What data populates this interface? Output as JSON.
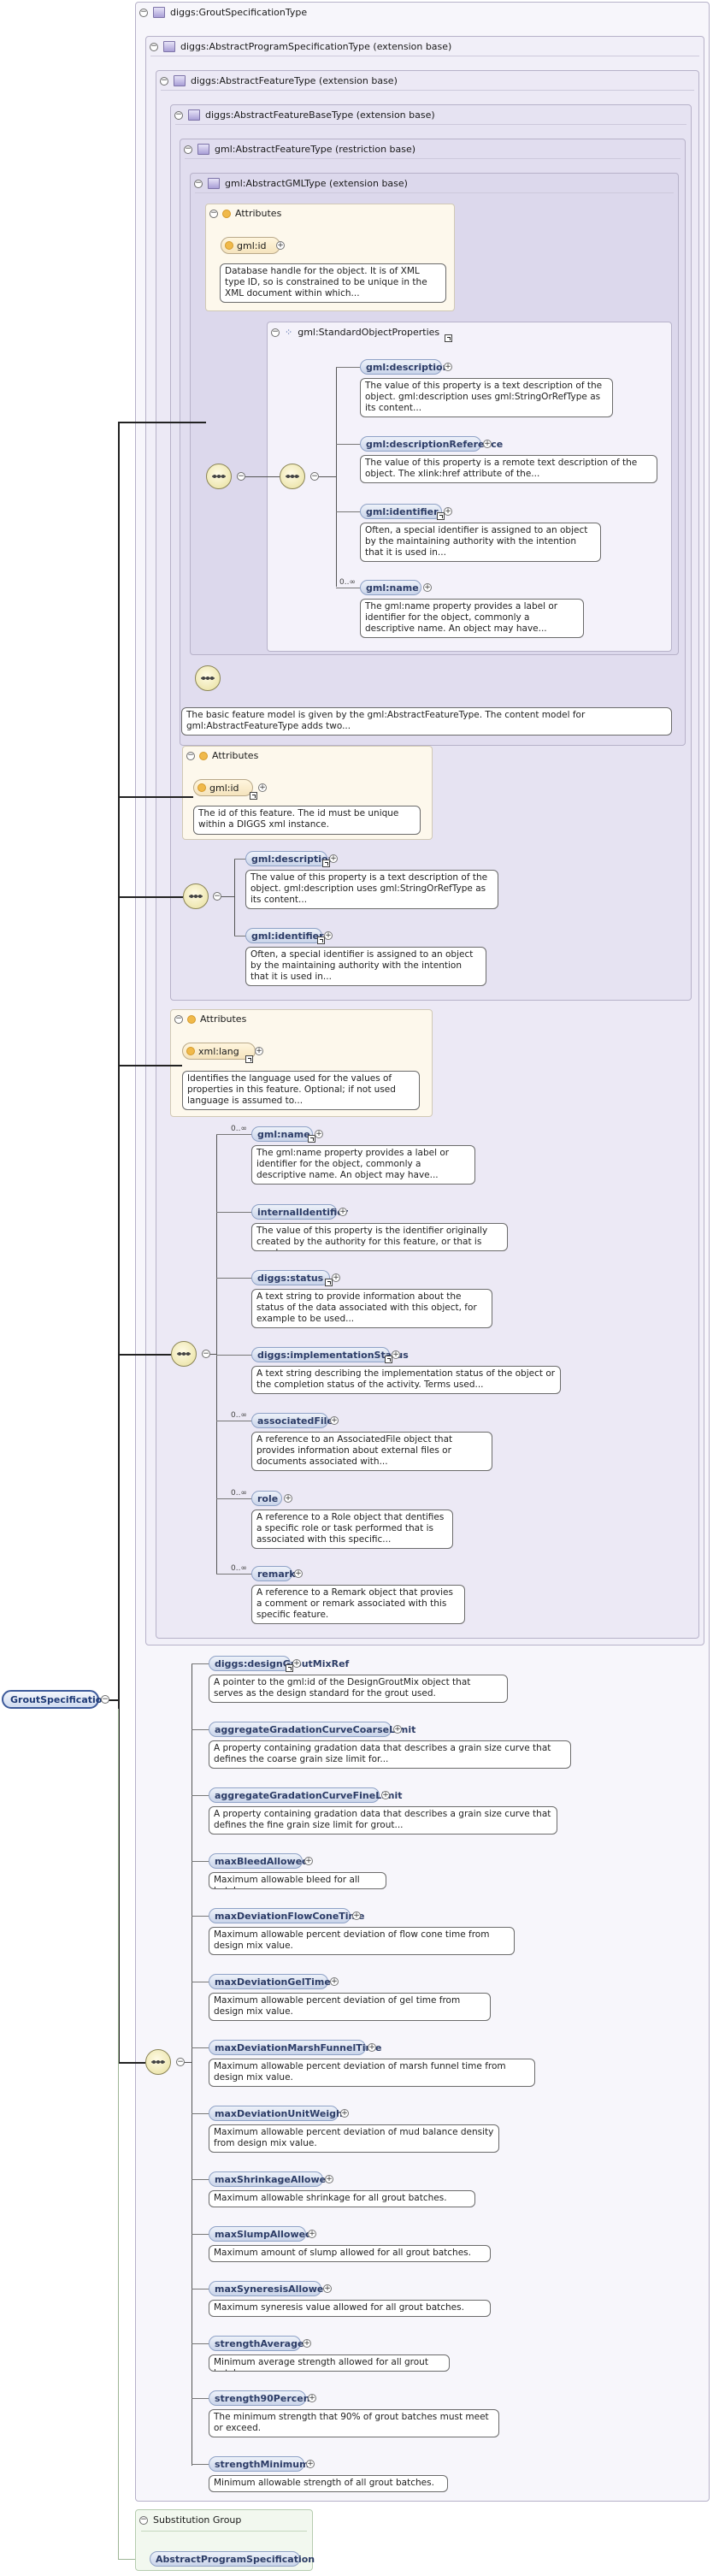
{
  "root": {
    "name": "GroutSpecification"
  },
  "frames": {
    "grout_type": "diggs:GroutSpecificationType",
    "abstract_program": "diggs:AbstractProgramSpecificationType (extension base)",
    "abstract_feature": "diggs:AbstractFeatureType (extension base)",
    "abstract_feature_base": "diggs:AbstractFeatureBaseType (extension base)",
    "gml_feature": "gml:AbstractFeatureType (restriction base)",
    "gml_gml": "gml:AbstractGMLType (extension base)",
    "standard_props": "gml:StandardObjectProperties"
  },
  "attributes_label": "Attributes",
  "gml_attrs": {
    "name": "gml:id",
    "desc": "Database handle for the object. It is of XML type ID, so is constrained to be unique in the XML document within which..."
  },
  "std_props": [
    {
      "name": "gml:description",
      "mult": "",
      "desc": "The value of this property is a text description of the object. gml:description uses gml:StringOrRefType as its content..."
    },
    {
      "name": "gml:descriptionReference",
      "mult": "",
      "desc": "The value of this property is a remote text description of the object. The xlink:href attribute of the..."
    },
    {
      "name": "gml:identifier",
      "mult": "",
      "desc": "Often, a special identifier is assigned to an object by the maintaining authority with the intention that it is used in..."
    },
    {
      "name": "gml:name",
      "mult": "0..∞",
      "desc": "The gml:name property provides a label or identifier for the object, commonly a descriptive name. An object may have..."
    }
  ],
  "feature_model_desc": "The basic feature model is given by the gml:AbstractFeatureType. The content model for gml:AbstractFeatureType adds two...",
  "base_attrs": {
    "name": "gml:id",
    "desc": "The id of this feature. The id must be unique within a DIGGS xml instance."
  },
  "base_elements": [
    {
      "name": "gml:description",
      "desc": "The value of this property is a text description of the object. gml:description uses gml:StringOrRefType as its content..."
    },
    {
      "name": "gml:identifier",
      "desc": "Often, a special identifier is assigned to an object by the maintaining authority with the intention that it is used in..."
    }
  ],
  "feature_attrs": {
    "name": "xml:lang",
    "desc": "Identifies the language used for the values of properties in this feature. Optional; if not used language is assumed to..."
  },
  "feature_elements": [
    {
      "name": "gml:name",
      "mult": "0..∞",
      "desc": "The gml:name property provides a label or identifier for the object, commonly a descriptive name. An object may have..."
    },
    {
      "name": "internalIdentifier",
      "mult": "",
      "desc": "The value of this property is the identifier originally created by the authority for this feature, or that is used as..."
    },
    {
      "name": "diggs:status",
      "mult": "",
      "desc": "A text string to provide information about the status of the data associated with this object, for example to be used..."
    },
    {
      "name": "diggs:implementationStatus",
      "mult": "",
      "desc": "A text string describing the implementation status of the object or the completion status of the activity. Terms used..."
    },
    {
      "name": "associatedFile",
      "mult": "0..∞",
      "desc": "A reference to an AssociatedFile object that provides information about external files or documents associated with..."
    },
    {
      "name": "role",
      "mult": "0..∞",
      "desc": "A reference to a Role object that dentifies a specific role or task performed that is associated with this specific..."
    },
    {
      "name": "remark",
      "mult": "0..∞",
      "desc": "A reference to a Remark object that provies a comment or remark associated with this specific feature."
    }
  ],
  "grout_elements": [
    {
      "name": "diggs:designGroutMixRef",
      "desc": "A pointer to the gml:id of the DesignGroutMix object that serves as the design standard for the grout used."
    },
    {
      "name": "aggregateGradationCurveCoarseLimit",
      "desc": "A property containing gradation data that describes a grain size curve that defines the coarse grain size limit for..."
    },
    {
      "name": "aggregateGradationCurveFineLimit",
      "desc": "A property containing gradation data that describes a grain size curve that defines the fine grain size limit for grout..."
    },
    {
      "name": "maxBleedAllowed",
      "desc": "Maximum allowable bleed for all batches."
    },
    {
      "name": "maxDeviationFlowConeTime",
      "desc": "Maximum allowable percent deviation of flow cone time from design mix value."
    },
    {
      "name": "maxDeviationGelTime",
      "desc": "Maximum allowable percent deviation of gel time from design mix value."
    },
    {
      "name": "maxDeviationMarshFunnelTime",
      "desc": "Maximum allowable percent deviation of marsh funnel time from design mix value."
    },
    {
      "name": "maxDeviationUnitWeight",
      "desc": "Maximum allowable percent deviation of mud balance density from design mix value."
    },
    {
      "name": "maxShrinkageAllowed",
      "desc": "Maximum allowable shrinkage for all grout batches."
    },
    {
      "name": "maxSlumpAllowed",
      "desc": "Maximum amount of slump allowed for all grout batches."
    },
    {
      "name": "maxSyneresisAllowed",
      "desc": "Maximum syneresis value allowed for all grout batches."
    },
    {
      "name": "strengthAverage",
      "desc": "Minimum average strength allowed for all grout batches."
    },
    {
      "name": "strength90Percent",
      "desc": "The minimum strength that 90% of grout batches must meet or exceed."
    },
    {
      "name": "strengthMinimum",
      "desc": "Minimum allowable strength of all grout batches."
    }
  ],
  "substitution": {
    "title": "Substitution Group",
    "item": "AbstractProgramSpecification"
  }
}
